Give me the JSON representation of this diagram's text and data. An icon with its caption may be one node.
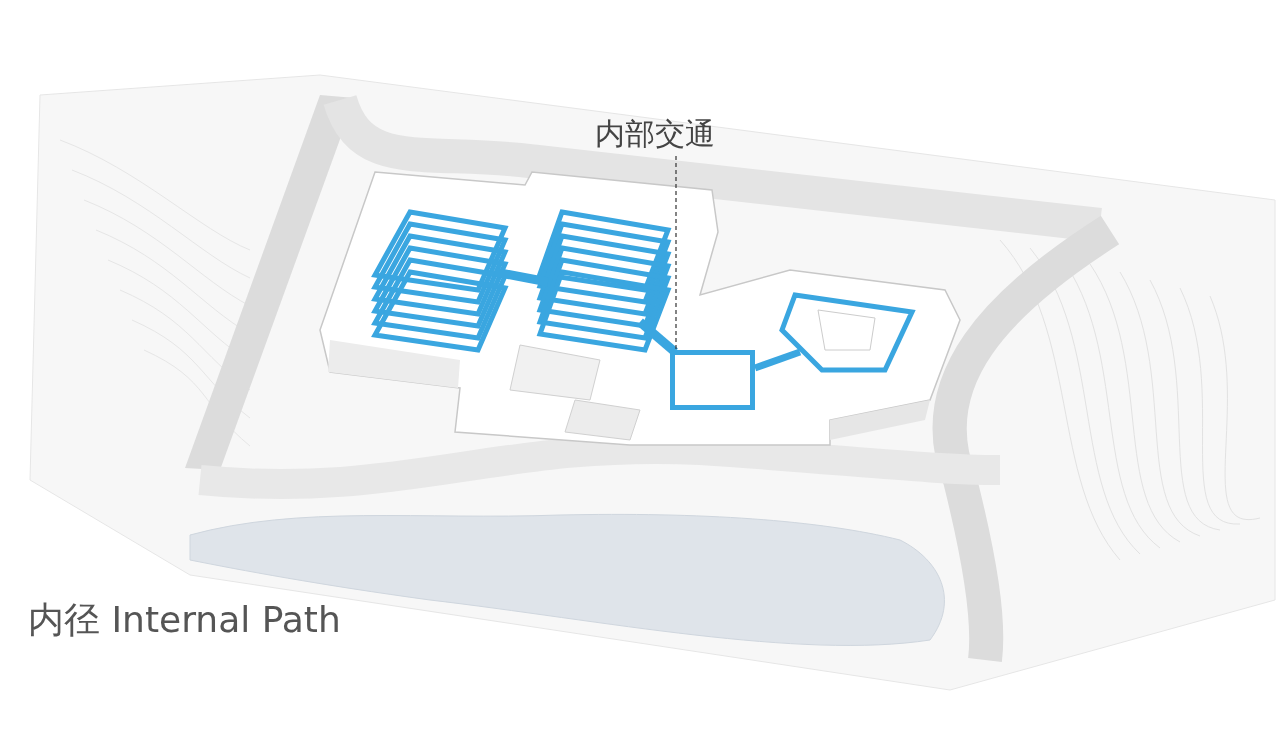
{
  "diagram": {
    "title": "内径 Internal Path",
    "nodes": [
      {
        "text": [
          "内部交通"
        ]
      },
      {
        "text": [],
        "shape": "box"
      }
    ],
    "edges": [
      {
        "from": 0,
        "to": 1,
        "arrow": "none",
        "style": "dashed"
      }
    ]
  }
}
